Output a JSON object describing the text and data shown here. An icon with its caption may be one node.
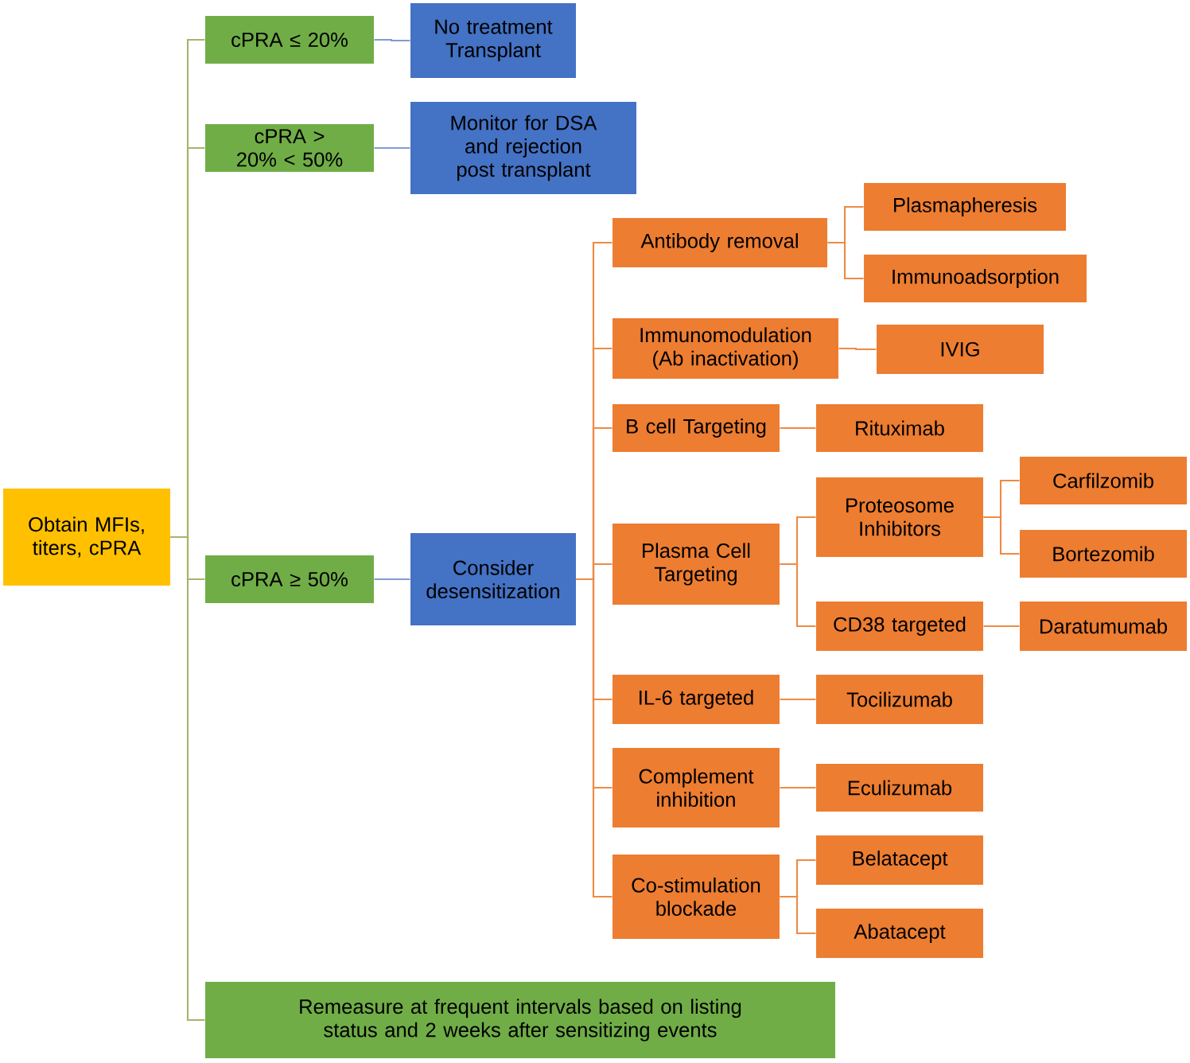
{
  "diagram": {
    "nodes": [
      {
        "text": [
          "Obtain MFIs, titers, cPRA"
        ]
      },
      {
        "text": [
          "cPRA ≤ 20%"
        ]
      },
      {
        "text": [
          "No treatment Transplant"
        ]
      },
      {
        "text": [
          "cPRA > 20% < 50%"
        ]
      },
      {
        "text": [
          "Monitor for DSA and rejection post transplant"
        ]
      },
      {
        "text": [
          "cPRA ≥ 50%"
        ]
      },
      {
        "text": [
          "Consider desensitization"
        ]
      },
      {
        "text": [
          "Antibody removal"
        ]
      },
      {
        "text": [
          "Plasmapheresis"
        ]
      },
      {
        "text": [
          "Immunoadsorption"
        ]
      },
      {
        "text": [
          "Immunomodulation (Ab inactivation)"
        ]
      },
      {
        "text": [
          "IVIG"
        ]
      },
      {
        "text": [
          "B cell Targeting"
        ]
      },
      {
        "text": [
          "Rituximab"
        ]
      },
      {
        "text": [
          "Plasma Cell Targeting"
        ]
      },
      {
        "text": [
          "Proteosome Inhibitors"
        ]
      },
      {
        "text": [
          "Carfilzomib"
        ]
      },
      {
        "text": [
          "Bortezomib"
        ]
      },
      {
        "text": [
          "CD38 targeted"
        ]
      },
      {
        "text": [
          "Daratumumab"
        ]
      },
      {
        "text": [
          "IL-6 targeted"
        ]
      },
      {
        "text": [
          "Tocilizumab"
        ]
      },
      {
        "text": [
          "Complement inhibition"
        ]
      },
      {
        "text": [
          "Eculizumab"
        ]
      },
      {
        "text": [
          "Co-stimulation blockade"
        ]
      },
      {
        "text": [
          "Belatacept"
        ]
      },
      {
        "text": [
          "Abatacept"
        ]
      },
      {
        "text": [
          "Remeasure at frequent intervals based on listing status and 2 weeks after sensitizing events"
        ]
      }
    ],
    "edges": [
      {
        "from": 0,
        "to": 1,
        "arrow": "none",
        "color": "#a9b36b"
      },
      {
        "from": 0,
        "to": 3,
        "arrow": "none",
        "color": "#a9b36b"
      },
      {
        "from": 0,
        "to": 5,
        "arrow": "none",
        "color": "#a9b36b"
      },
      {
        "from": 0,
        "to": 27,
        "arrow": "none",
        "color": "#a9b36b"
      },
      {
        "from": 1,
        "to": 2,
        "arrow": "none",
        "color": "#7f9bd6"
      },
      {
        "from": 3,
        "to": 4,
        "arrow": "none",
        "color": "#7f9bd6"
      },
      {
        "from": 5,
        "to": 6,
        "arrow": "none",
        "color": "#7f9bd6"
      },
      {
        "from": 6,
        "to": 7,
        "arrow": "none"
      },
      {
        "from": 6,
        "to": 10,
        "arrow": "none"
      },
      {
        "from": 6,
        "to": 12,
        "arrow": "none"
      },
      {
        "from": 6,
        "to": 14,
        "arrow": "none"
      },
      {
        "from": 6,
        "to": 20,
        "arrow": "none"
      },
      {
        "from": 6,
        "to": 22,
        "arrow": "none"
      },
      {
        "from": 6,
        "to": 24,
        "arrow": "none"
      },
      {
        "from": 7,
        "to": 8,
        "arrow": "none"
      },
      {
        "from": 7,
        "to": 9,
        "arrow": "none"
      },
      {
        "from": 10,
        "to": 11,
        "arrow": "none"
      },
      {
        "from": 12,
        "to": 13,
        "arrow": "none"
      },
      {
        "from": 14,
        "to": 15,
        "arrow": "none"
      },
      {
        "from": 14,
        "to": 18,
        "arrow": "none"
      },
      {
        "from": 15,
        "to": 16,
        "arrow": "none"
      },
      {
        "from": 15,
        "to": 17,
        "arrow": "none"
      },
      {
        "from": 18,
        "to": 19,
        "arrow": "none"
      },
      {
        "from": 20,
        "to": 21,
        "arrow": "none"
      },
      {
        "from": 22,
        "to": 23,
        "arrow": "none"
      },
      {
        "from": 24,
        "to": 25,
        "arrow": "none"
      },
      {
        "from": 24,
        "to": 26,
        "arrow": "none"
      }
    ]
  }
}
